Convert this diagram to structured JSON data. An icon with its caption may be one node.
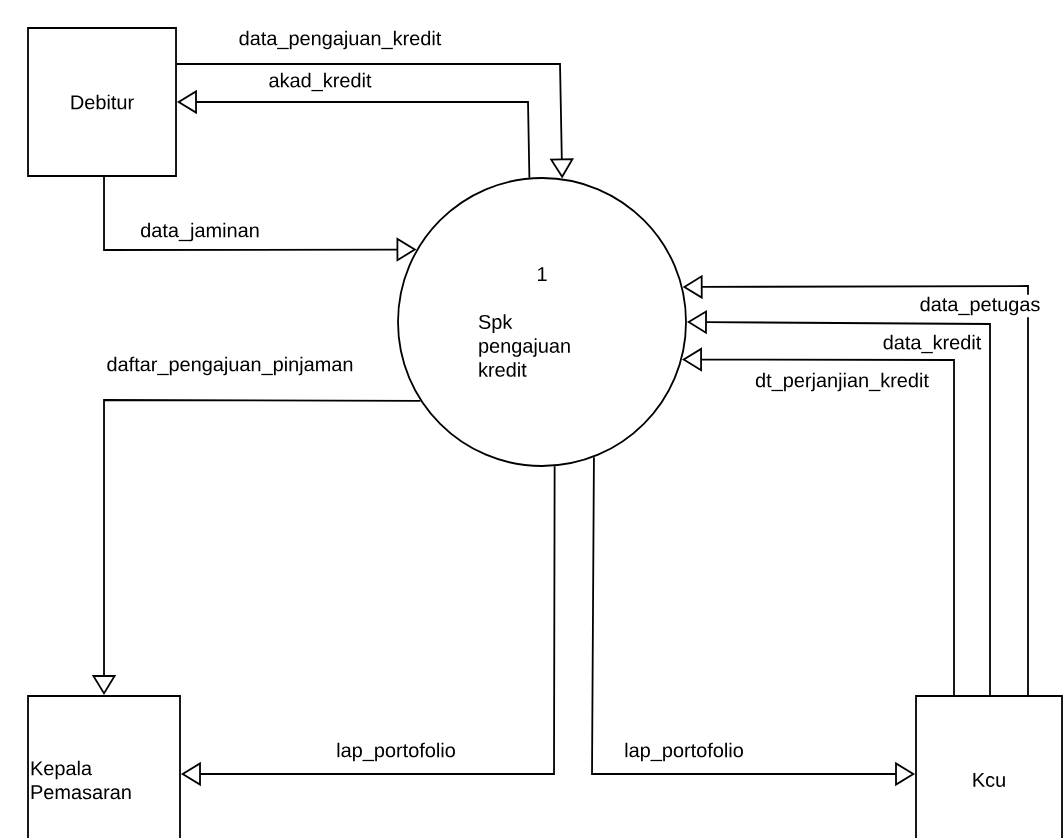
{
  "diagram": {
    "nodes": [
      {
        "text": [
          "Debitur"
        ]
      },
      {
        "text": [
          "1",
          "Spk pengajuan kredit"
        ]
      },
      {
        "text": [
          "Kepala Pemasaran"
        ]
      },
      {
        "text": [
          "Kcu"
        ]
      }
    ],
    "edges": [
      {
        "from": 0,
        "to": 1,
        "arrow": "to",
        "label": "data_pengajuan_kredit"
      },
      {
        "from": 1,
        "to": 0,
        "arrow": "to",
        "label": "akad_kredit"
      },
      {
        "from": 0,
        "to": 1,
        "arrow": "to",
        "label": "data_jaminan"
      },
      {
        "from": 1,
        "to": 2,
        "arrow": "to",
        "label": "daftar_pengajuan_pinjaman"
      },
      {
        "from": 1,
        "to": 2,
        "arrow": "to",
        "label": "lap_portofolio"
      },
      {
        "from": 1,
        "to": 3,
        "arrow": "to",
        "label": "lap_portofolio"
      },
      {
        "from": 3,
        "to": 1,
        "arrow": "to",
        "label": "data_petugas"
      },
      {
        "from": 3,
        "to": 1,
        "arrow": "to",
        "label": "data_kredit"
      },
      {
        "from": 3,
        "to": 1,
        "arrow": "to",
        "label": "dt_perjanjian_kredit"
      }
    ]
  }
}
